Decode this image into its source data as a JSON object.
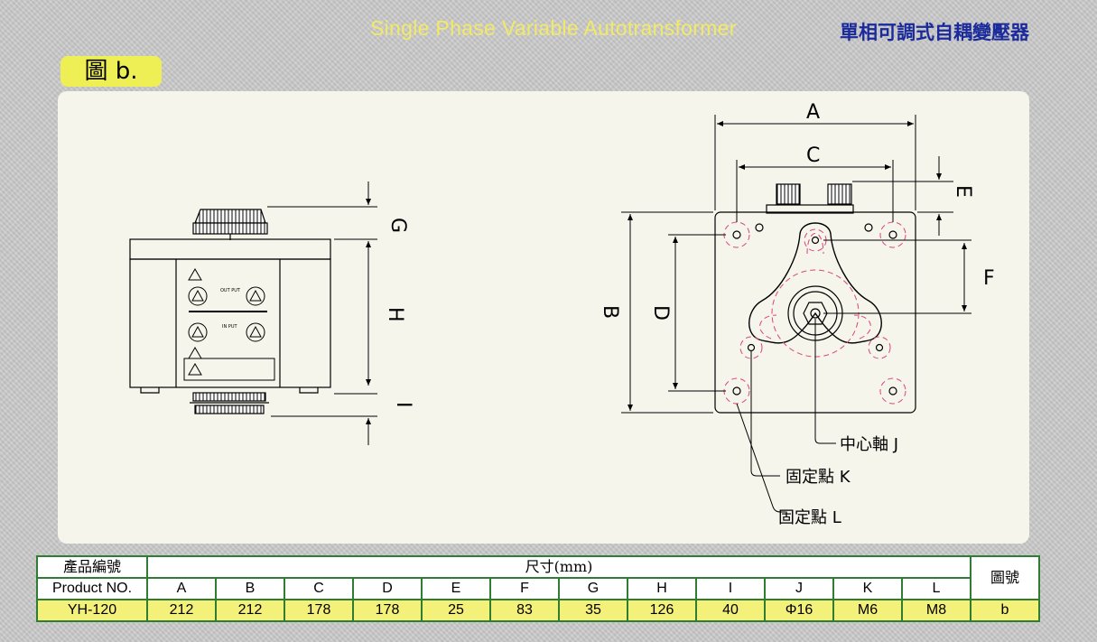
{
  "header": {
    "title_en": "Single Phase Variable Autotransformer",
    "title_zh": "單相可調式自耦變壓器"
  },
  "figure": {
    "label": "圖 b.",
    "dim_letters": {
      "A": "A",
      "B": "B",
      "C": "C",
      "D": "D",
      "E": "E",
      "F": "F",
      "G": "G",
      "H": "H",
      "I": "I"
    },
    "callouts": {
      "center_shaft": "中心軸  J",
      "fix_point_k": "固定點  K",
      "fix_point_l": "固定點  L"
    },
    "front_labels": {
      "output": "出 電\nOUT PUT",
      "input": "入 電\nIN PUT"
    }
  },
  "table": {
    "product_zh": "產品編號",
    "product_en": "Product NO.",
    "dims_label": "尺寸(mm)",
    "fig_no_label": "圖號",
    "columns": [
      "A",
      "B",
      "C",
      "D",
      "E",
      "F",
      "G",
      "H",
      "I",
      "J",
      "K",
      "L"
    ],
    "row": {
      "product": "YH-120",
      "values": [
        "212",
        "212",
        "178",
        "178",
        "25",
        "83",
        "35",
        "126",
        "40",
        "Φ16",
        "M6",
        "M8"
      ],
      "fig": "b"
    }
  }
}
